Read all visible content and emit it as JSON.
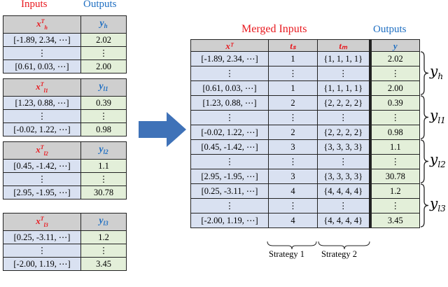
{
  "left": {
    "inputs_label": "Inputs",
    "outputs_label": "Outputs",
    "tables": [
      {
        "in_header": "x",
        "in_sup": "T",
        "in_sub": "h",
        "out_header": "y",
        "out_sub": "h",
        "rows": [
          [
            "[-1.89, 2.34, ⋯]",
            "2.02"
          ],
          [
            "⋮",
            "⋮"
          ],
          [
            "[0.61, 0.03, ⋯]",
            "2.00"
          ]
        ]
      },
      {
        "in_header": "x",
        "in_sup": "T",
        "in_sub": "l1",
        "out_header": "y",
        "out_sub": "l1",
        "rows": [
          [
            "[1.23, 0.88, ⋯]",
            "0.39"
          ],
          [
            "⋮",
            "⋮"
          ],
          [
            "[-0.02, 1.22, ⋯]",
            "0.98"
          ]
        ]
      },
      {
        "in_header": "x",
        "in_sup": "T",
        "in_sub": "l2",
        "out_header": "y",
        "out_sub": "l2",
        "rows": [
          [
            "[0.45, -1.42, ⋯]",
            "1.1"
          ],
          [
            "⋮",
            "⋮"
          ],
          [
            "[2.95, -1.95, ⋯]",
            "30.78"
          ]
        ]
      },
      {
        "in_header": "x",
        "in_sup": "T",
        "in_sub": "l3",
        "out_header": "y",
        "out_sub": "l3",
        "rows": [
          [
            "[0.25, -3.11, ⋯]",
            "1.2"
          ],
          [
            "⋮",
            "⋮"
          ],
          [
            "[-2.00, 1.19, ⋯]",
            "3.45"
          ]
        ]
      }
    ]
  },
  "right": {
    "merged_label": "Merged Inputs",
    "outputs_label": "Outputs",
    "headers": [
      "xᵀ",
      "tₛ",
      "tₘ",
      "y"
    ],
    "rows": [
      [
        "[-1.89, 2.34, ⋯]",
        "1",
        "{1, 1, 1, 1}",
        "2.02"
      ],
      [
        "⋮",
        "⋮",
        "⋮",
        "⋮"
      ],
      [
        "[0.61, 0.03, ⋯]",
        "1",
        "{1, 1, 1, 1}",
        "2.00"
      ],
      [
        "[1.23, 0.88, ⋯]",
        "2",
        "{2, 2, 2, 2}",
        "0.39"
      ],
      [
        "⋮",
        "⋮",
        "⋮",
        "⋮"
      ],
      [
        "[-0.02, 1.22, ⋯]",
        "2",
        "{2, 2, 2, 2}",
        "0.98"
      ],
      [
        "[0.45, -1.42, ⋯]",
        "3",
        "{3, 3, 3, 3}",
        "1.1"
      ],
      [
        "⋮",
        "⋮",
        "⋮",
        "⋮"
      ],
      [
        "[2.95, -1.95, ⋯]",
        "3",
        "{3, 3, 3, 3}",
        "30.78"
      ],
      [
        "[0.25, -3.11, ⋯]",
        "4",
        "{4, 4, 4, 4}",
        "1.2"
      ],
      [
        "⋮",
        "⋮",
        "⋮",
        "⋮"
      ],
      [
        "[-2.00, 1.19, ⋯]",
        "4",
        "{4, 4, 4, 4}",
        "3.45"
      ]
    ],
    "groups": [
      {
        "y": "y",
        "sub": "h"
      },
      {
        "y": "y",
        "sub": "l1"
      },
      {
        "y": "y",
        "sub": "l2"
      },
      {
        "y": "y",
        "sub": "l3"
      }
    ],
    "strategy1": "Strategy 1",
    "strategy2": "Strategy 2"
  },
  "colors": {
    "inputs": "#e8191f",
    "outputs": "#1f6fc2",
    "input_cells": "#d9e1f1",
    "output_cells": "#e3efd9",
    "arrow": "#3f72b8"
  }
}
